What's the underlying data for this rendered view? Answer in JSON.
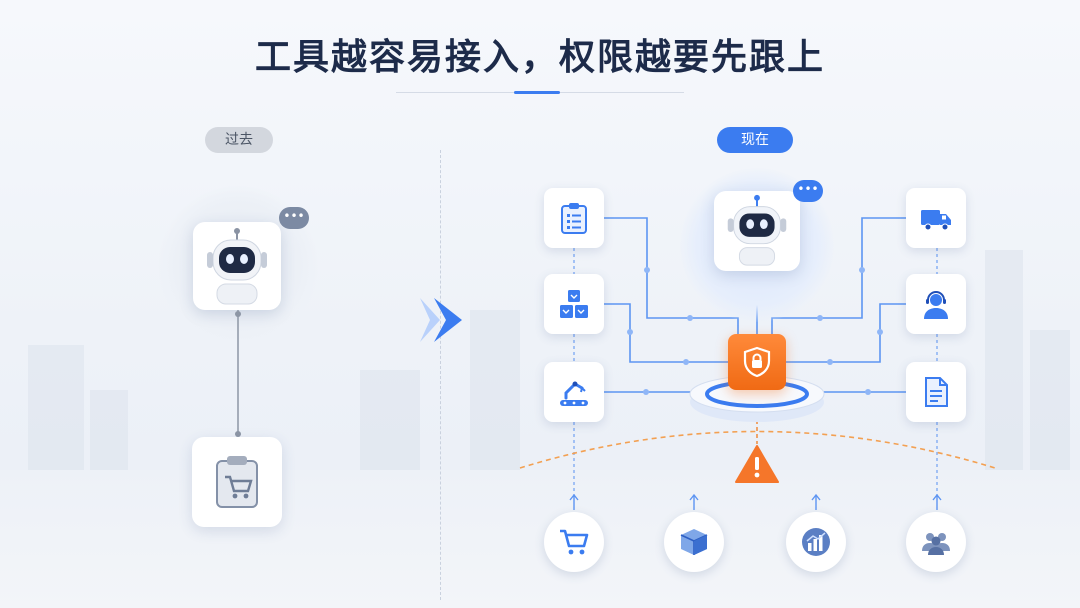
{
  "title": "工具越容易接入，权限越要先跟上",
  "past": {
    "label": "过去",
    "robot_icon": "robot-icon",
    "chat_icon": "chat-bubble-icon",
    "tool_icon": "clipboard-cart-icon"
  },
  "now": {
    "label": "现在",
    "robot_icon": "robot-icon",
    "chat_icon": "chat-bubble-icon",
    "security_icon": "shield-lock-icon",
    "warning_icon": "warning-icon",
    "left_tools": [
      "clipboard-list-icon",
      "cubes-icon",
      "robot-arm-icon"
    ],
    "right_tools": [
      "delivery-truck-icon",
      "customer-service-icon",
      "document-icon"
    ],
    "bottom_sources": [
      "shopping-cart-icon",
      "package-box-icon",
      "analytics-chart-icon",
      "user-group-icon"
    ]
  },
  "colors": {
    "accent": "#3b7cf0",
    "warning": "#f06a14",
    "title": "#1d2b4a"
  },
  "bubble_text": "•••"
}
